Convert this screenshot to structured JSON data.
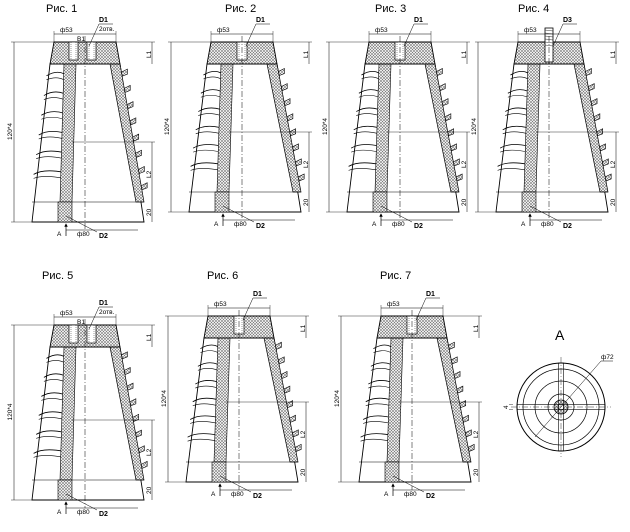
{
  "figures": [
    {
      "caption": "Рис. 1",
      "top_label": "D1",
      "top_note": "2отв.",
      "hole_spacing": "B1",
      "dia_top": "ф53",
      "dim_l1": "L1",
      "dim_height": "120*4",
      "dim_l2": "L2",
      "dim_20": "20",
      "dia_bottom": "ф80",
      "bottom_label": "D2",
      "view": "A",
      "variant": "two-holes"
    },
    {
      "caption": "Рис. 2",
      "top_label": "D1",
      "dia_top": "ф53",
      "dim_l1": "L1",
      "dim_height": "120*4",
      "dim_l2": "L2",
      "dim_20": "20",
      "dia_bottom": "ф80",
      "bottom_label": "D2",
      "view": "A",
      "variant": "one-hole"
    },
    {
      "caption": "Рис. 3",
      "top_label": "D1",
      "dia_top": "ф53",
      "dim_l1": "L1",
      "dim_height": "120*4",
      "dim_l2": "L2",
      "dim_20": "20",
      "dia_bottom": "ф80",
      "bottom_label": "D2",
      "view": "A",
      "variant": "one-hole"
    },
    {
      "caption": "Рис. 4",
      "top_label": "D3",
      "dia_top": "ф53",
      "dim_l1": "L1",
      "dim_height": "120*4",
      "dim_l2": "L2",
      "dim_20": "20",
      "dia_bottom": "ф80",
      "bottom_label": "D2",
      "view": "A",
      "variant": "stud"
    },
    {
      "caption": "Рис. 5",
      "top_label": "D1",
      "top_note": "2отв.",
      "hole_spacing": "B1",
      "dia_top": "ф53",
      "dim_l1": "L1",
      "dim_height": "120*4",
      "dim_l2": "L2",
      "dim_20": "20",
      "dia_bottom": "ф80",
      "bottom_label": "D2",
      "view": "A",
      "variant": "two-holes"
    },
    {
      "caption": "Рис. 6",
      "top_label": "D1",
      "dia_top": "ф53",
      "dim_l1": "L1",
      "dim_height": "120*4",
      "dim_l2": "L2",
      "dim_20": "20",
      "dia_bottom": "ф80",
      "bottom_label": "D2",
      "view": "A",
      "variant": "one-hole"
    },
    {
      "caption": "Рис. 7",
      "top_label": "D1",
      "dia_top": "ф53",
      "dim_l1": "L1",
      "dim_height": "120*4",
      "dim_l2": "L2",
      "dim_20": "20",
      "dia_bottom": "ф80",
      "bottom_label": "D2",
      "view": "A",
      "variant": "one-hole"
    }
  ],
  "view_a": {
    "title": "A",
    "dia": "ф72",
    "small_dim": "4"
  }
}
